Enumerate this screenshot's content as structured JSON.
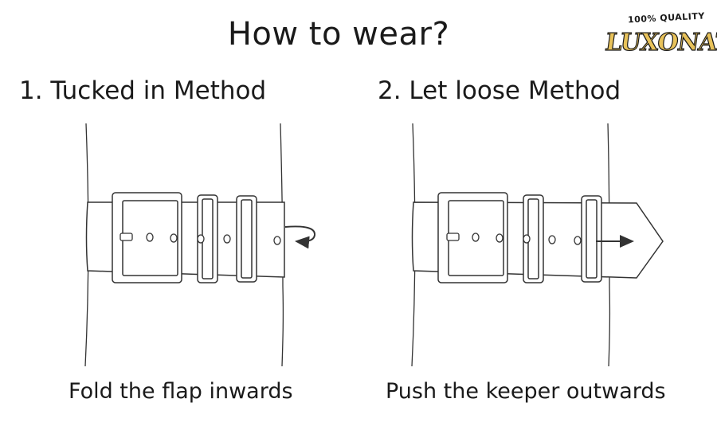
{
  "title": "How to wear?",
  "logo": {
    "tagline": "100% QUALITY",
    "brand": "LUXONATO",
    "colors": {
      "fill": "#e8c25a",
      "outline": "#1a1a1a"
    }
  },
  "methods": [
    {
      "heading": "1. Tucked in Method",
      "caption": "Fold the flap inwards"
    },
    {
      "heading": "2. Let loose Method",
      "caption": "Push the keeper outwards"
    }
  ],
  "colors": {
    "line": "#333333",
    "background": "#ffffff"
  }
}
